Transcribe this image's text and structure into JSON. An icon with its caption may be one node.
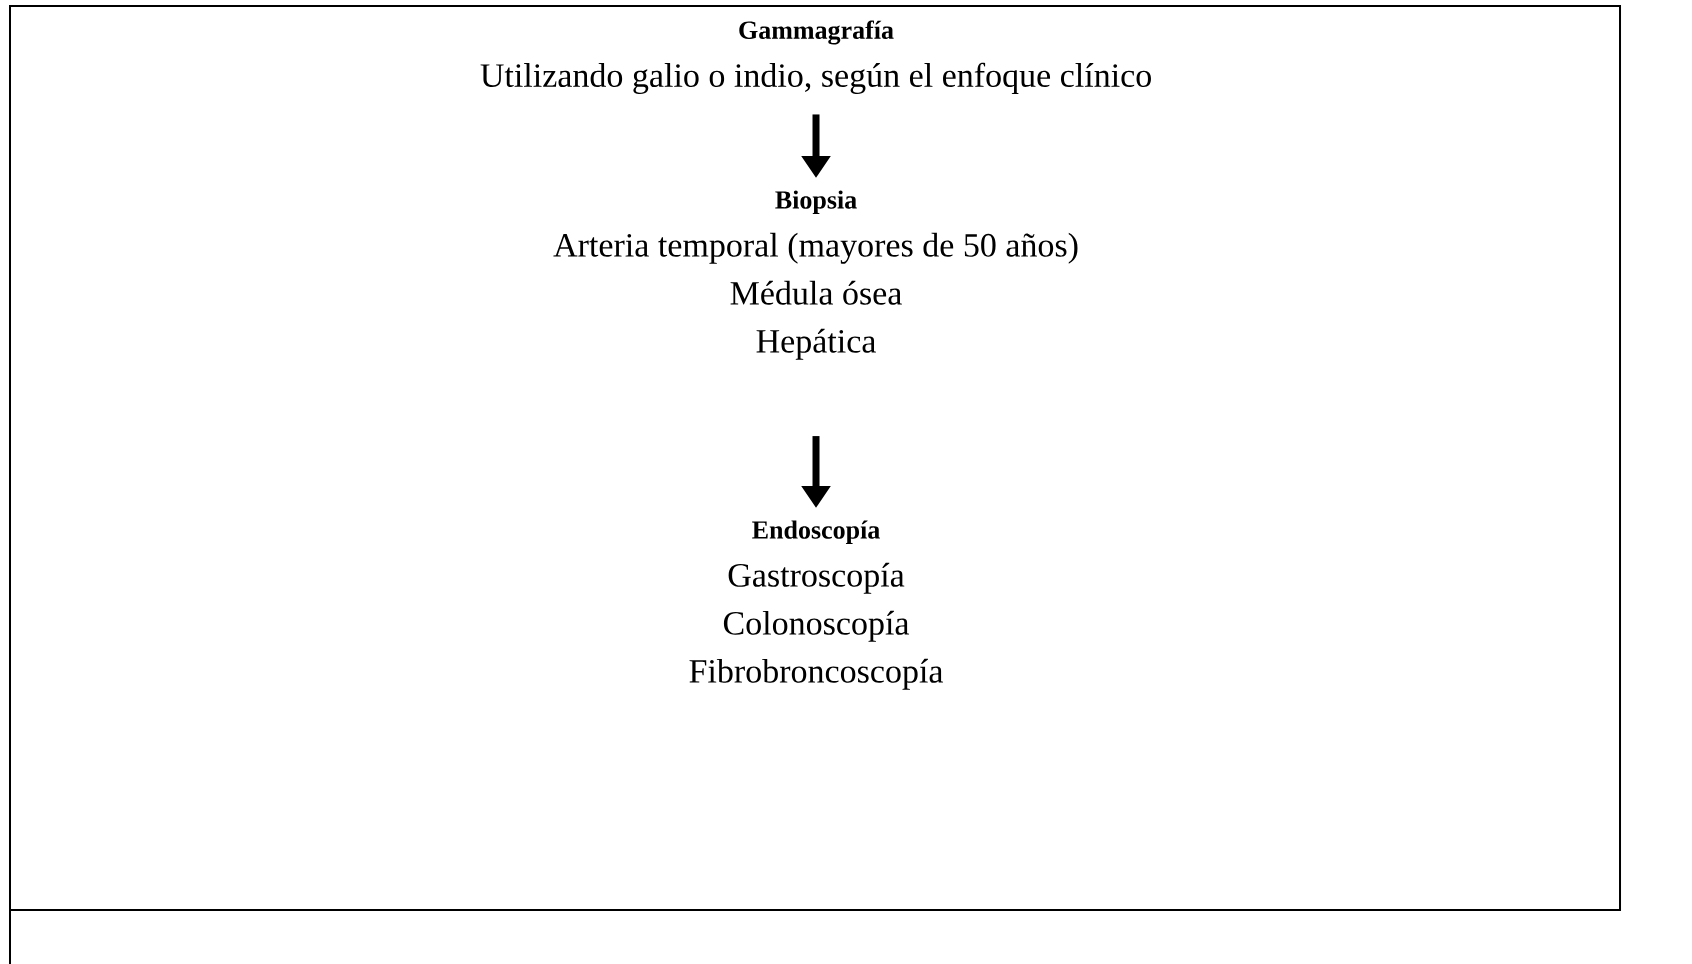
{
  "diagram": {
    "nodes": [
      {
        "text": [
          "Gammagrafía",
          "Utilizando galio o indio, según el enfoque clínico"
        ]
      },
      {
        "text": [
          "Biopsia",
          "Arteria temporal (mayores de 50 años)",
          "Médula ósea",
          "Hepática"
        ]
      },
      {
        "text": [
          "Endoscopía",
          "Gastroscopía",
          "Colonoscopía",
          "Fibrobroncoscopía"
        ]
      }
    ],
    "edges": [
      {
        "from": 0,
        "to": 1,
        "arrow": "to"
      },
      {
        "from": 1,
        "to": 2,
        "arrow": "to"
      }
    ]
  }
}
